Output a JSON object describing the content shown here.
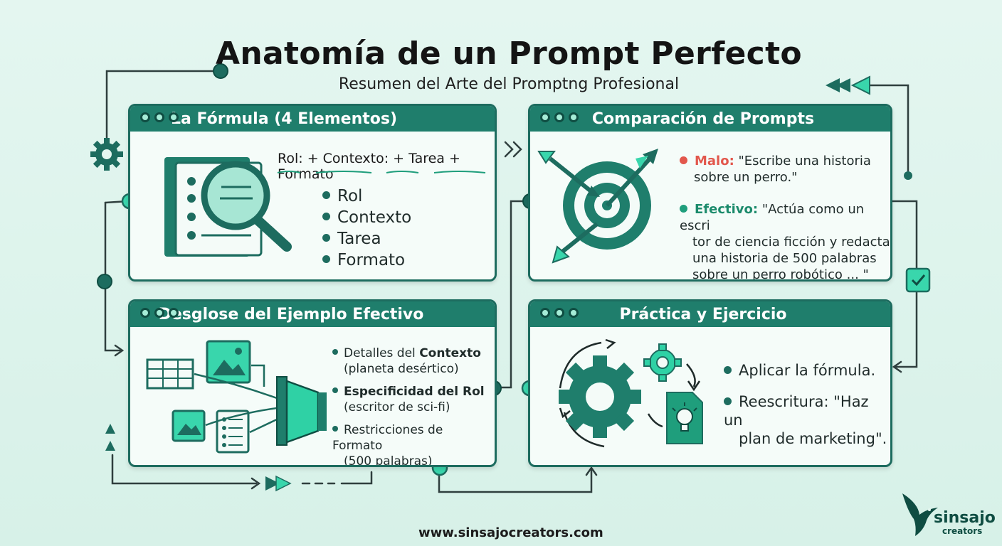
{
  "title": "Anatomía de un Prompt Perfecto",
  "subtitle": "Resumen del Arte del Promptng Profesional",
  "panels": {
    "formula": {
      "heading": "La Fórmula (4 Elementos)",
      "equation": "Rol: + Contexto: + Tarea + Formato",
      "items": [
        "Rol",
        "Contexto",
        "Tarea",
        "Formato"
      ]
    },
    "comparison": {
      "heading": "Comparación de Prompts",
      "bad_label": "Malo:",
      "bad_line1": "\"Escribe una historia",
      "bad_line2": "sobre un perro.\"",
      "good_label": "Efectivo:",
      "good_line1": "\"Actúa como un escri",
      "good_line2": "tor de ciencia ficción y redacta",
      "good_line3": "una historia de 500 palabras",
      "good_line4": "sobre un perro robótico ... \""
    },
    "breakdown": {
      "heading": "Desglose del Ejemplo Efectivo",
      "items": [
        {
          "pre": "Detalles del ",
          "bold": "Contexto",
          "post": "",
          "detail": "(planeta desértico)"
        },
        {
          "pre": "",
          "bold": "Especificidad del Rol",
          "post": "",
          "detail": "(escritor de sci-fi)"
        },
        {
          "pre": "Restricciones de Formato",
          "bold": "",
          "post": "",
          "detail": "(500 palabras)"
        }
      ]
    },
    "practice": {
      "heading": "Práctica y Ejercicio",
      "item1": "Aplicar la fórmula.",
      "item2_line1": "Reescritura: \"Haz un",
      "item2_line2": "plan de marketing\"."
    }
  },
  "footer": {
    "website": "www.sinsajocreators.com",
    "logo_name": "sinsajo",
    "logo_sub": "creators"
  },
  "colors": {
    "dark_teal": "#1d6c5f",
    "header_teal": "#1f7e6c",
    "mint": "#2fd1a5",
    "bad_red": "#e2574c",
    "background": "#e4f6f0"
  }
}
